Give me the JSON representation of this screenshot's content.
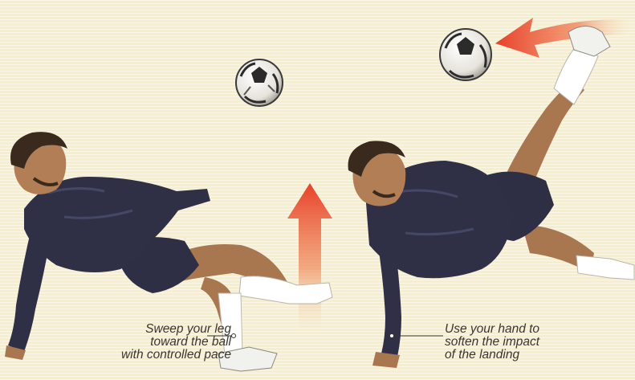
{
  "captions": {
    "left": {
      "lines": [
        "Sweep your leg",
        "toward the ball",
        "with controlled pace"
      ]
    },
    "right": {
      "lines": [
        "Use your hand to",
        "soften the impact",
        "of the landing"
      ]
    }
  },
  "colors": {
    "background": "#f6eecd",
    "jersey": "#2f3046",
    "skin": "#b07f58",
    "sock": "#ffffff",
    "arrow": "#e8482a",
    "text": "#3a352d"
  },
  "icons": [
    "soccer-ball-icon",
    "motion-arrow-icon"
  ]
}
